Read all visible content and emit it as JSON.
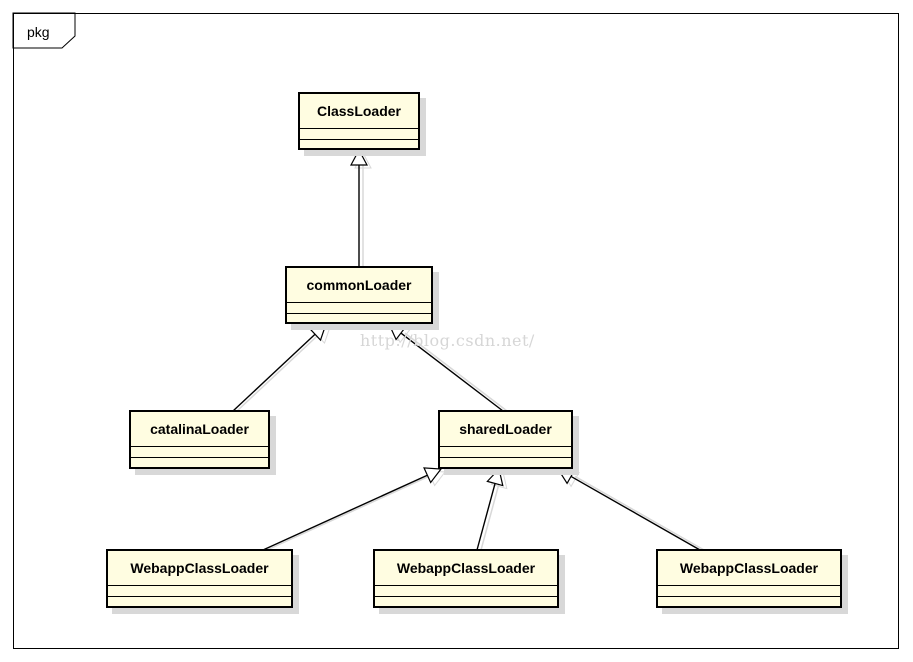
{
  "frame": {
    "label": "pkg"
  },
  "watermark": "http://blog.csdn.net/",
  "classes": {
    "class_loader": "ClassLoader",
    "common_loader": "commonLoader",
    "catalina_loader": "catalinaLoader",
    "shared_loader": "sharedLoader",
    "webapp_1": "WebappClassLoader",
    "webapp_2": "WebappClassLoader",
    "webapp_3": "WebappClassLoader"
  },
  "relationships": [
    {
      "from": "commonLoader",
      "to": "ClassLoader",
      "type": "generalization"
    },
    {
      "from": "catalinaLoader",
      "to": "commonLoader",
      "type": "generalization"
    },
    {
      "from": "sharedLoader",
      "to": "commonLoader",
      "type": "generalization"
    },
    {
      "from": "WebappClassLoader",
      "to": "sharedLoader",
      "type": "generalization"
    },
    {
      "from": "WebappClassLoader",
      "to": "sharedLoader",
      "type": "generalization"
    },
    {
      "from": "WebappClassLoader",
      "to": "sharedLoader",
      "type": "generalization"
    }
  ],
  "colors": {
    "class_fill": "#fffde1",
    "shadow": "#d8d8d8",
    "line": "#000000"
  }
}
